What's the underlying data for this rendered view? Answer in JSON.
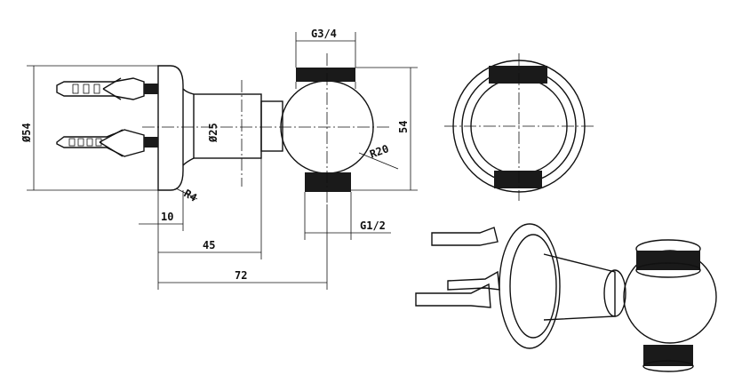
{
  "dimensions": {
    "g34": "G3/4",
    "g12": "G1/2",
    "d54": "Ø54",
    "d25": "Ø25",
    "h54": "54",
    "r20": "R20",
    "r4": "R4",
    "l10": "10",
    "l45": "45",
    "l72": "72"
  },
  "colors": {
    "line": "#111111",
    "thread": "#1a1a1a",
    "background": "#ffffff"
  }
}
